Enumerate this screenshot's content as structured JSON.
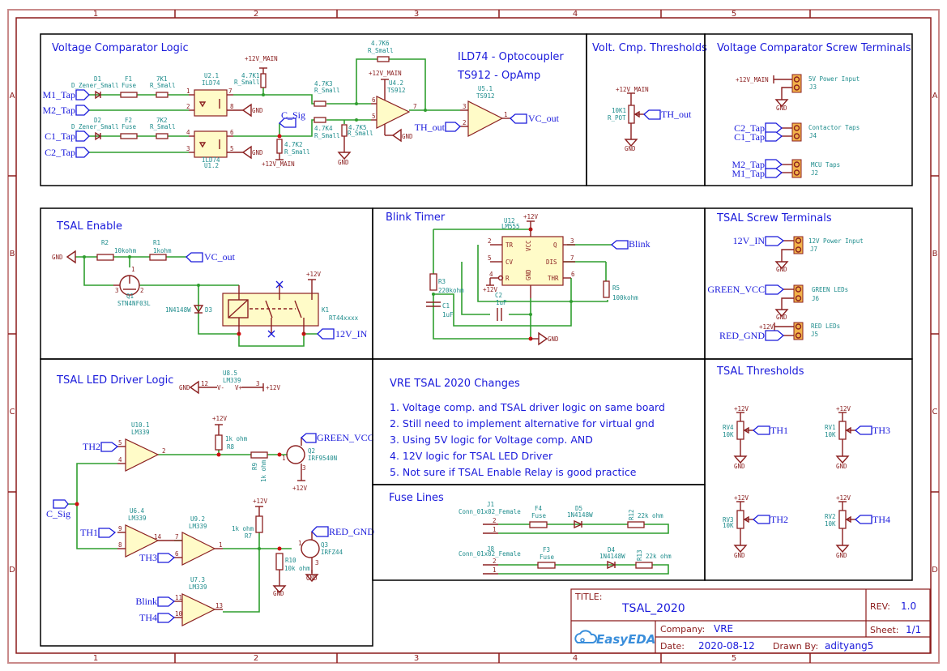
{
  "sheet": {
    "columns": [
      "1",
      "2",
      "3",
      "4",
      "5"
    ],
    "rows": [
      "A",
      "B",
      "C",
      "D"
    ]
  },
  "panels": {
    "voltage_comparator_logic": {
      "title": "Voltage Comparator Logic",
      "notes": [
        "ILD74 - Optocoupler",
        "TS912 - OpAmp"
      ],
      "components": {
        "D1": {
          "ref": "D1",
          "value": "D_Zener_Small"
        },
        "D2": {
          "ref": "D2",
          "value": "D_Zener_Small"
        },
        "F1": {
          "ref": "F1",
          "value": "Fuse"
        },
        "F2": {
          "ref": "F2",
          "value": "Fuse"
        },
        "R7K1": {
          "ref": "7K1",
          "value": "R_Small"
        },
        "R7K2": {
          "ref": "7K2",
          "value": "R_Small"
        },
        "U2_1": {
          "ref": "U2.1",
          "value": "ILD74"
        },
        "U1_2": {
          "ref": "U1.2",
          "value": "ILD74"
        },
        "R47K1": {
          "ref": "4.7K1",
          "value": "R_Small"
        },
        "R47K2": {
          "ref": "4.7K2",
          "value": "R_Small"
        },
        "R47K3": {
          "ref": "4.7K3",
          "value": "R_Small"
        },
        "R47K4": {
          "ref": "4.7K4",
          "value": "R_Small"
        },
        "R47K5": {
          "ref": "4.7K5",
          "value": "R_Small"
        },
        "R47K6": {
          "ref": "4.7K6",
          "value": "R_Small"
        },
        "U4_2": {
          "ref": "U4.2",
          "value": "TS912"
        },
        "U5_1": {
          "ref": "U5.1",
          "value": "TS912"
        }
      },
      "nets": {
        "m1": "M1_Tap",
        "m2": "M2_Tap",
        "c1": "C1_Tap",
        "c2": "C2_Tap",
        "csig": "C_Sig",
        "th_out": "TH_out",
        "vc_out": "VC_out"
      },
      "power": {
        "main": "+12V_MAIN",
        "gnd": "GND"
      }
    },
    "volt_cmp_thresholds": {
      "title": "Volt. Cmp. Thresholds",
      "pot": {
        "ref": "10K1",
        "value": "R_POT"
      },
      "net": "TH_out",
      "power": {
        "main": "+12V_MAIN",
        "gnd": "GND"
      }
    },
    "voltage_comparator_screw_terminals": {
      "title": "Voltage Comparator Screw Terminals",
      "terminals": [
        {
          "ref": "J3",
          "label": "5V Power Input",
          "pins": [
            "+12V_MAIN",
            "GND"
          ]
        },
        {
          "ref": "J4",
          "label": "Contactor Taps",
          "pins": [
            "C2_Tap",
            "C1_Tap"
          ]
        },
        {
          "ref": "J2",
          "label": "MCU Taps",
          "pins": [
            "M2_Tap",
            "M1_Tap"
          ]
        }
      ]
    },
    "tsal_enable": {
      "title": "TSAL Enable",
      "components": {
        "R2": {
          "ref": "R2",
          "value": "10kohm"
        },
        "R1": {
          "ref": "R1",
          "value": "1kohm"
        },
        "Q1": {
          "ref": "Q1",
          "value": "STN4NF03L"
        },
        "D3": {
          "ref": "D3",
          "value": "1N4148W"
        },
        "K1": {
          "ref": "K1",
          "value": "RT44xxxx"
        }
      },
      "nets": {
        "vc_out": "VC_out",
        "v12_in": "12V_IN"
      },
      "power": {
        "v12": "+12V",
        "gnd": "GND"
      }
    },
    "blink_timer": {
      "title": "Blink Timer",
      "ic": {
        "ref": "U12",
        "value": "LM555",
        "pins": [
          "TR",
          "CV",
          "R",
          "VCC",
          "GND",
          "Q",
          "DIS",
          "THR"
        ]
      },
      "components": {
        "R3": {
          "ref": "R3",
          "value": "220kohm"
        },
        "R5": {
          "ref": "R5",
          "value": "100kohm"
        },
        "C1": {
          "ref": "C1",
          "value": "1uF"
        },
        "C2": {
          "ref": "C2",
          "value": "1uF"
        }
      },
      "net": "Blink",
      "power": {
        "v12": "+12V",
        "gnd": "GND"
      }
    },
    "tsal_screw_terminals": {
      "title": "TSAL Screw Terminals",
      "terminals": [
        {
          "ref": "J7",
          "label": "12V Power Input",
          "pins": [
            "12V_IN",
            "GND"
          ]
        },
        {
          "ref": "J6",
          "label": "GREEN LEDs",
          "pins": [
            "GREEN_VCC",
            "GND"
          ]
        },
        {
          "ref": "J5",
          "label": "RED LEDs",
          "pins": [
            "+12V",
            "RED_GND"
          ]
        }
      ]
    },
    "tsal_led_driver_logic": {
      "title": "TSAL LED Driver Logic",
      "components": {
        "U8_5": {
          "ref": "U8.5",
          "value": "LM339"
        },
        "U10_1": {
          "ref": "U10.1",
          "value": "LM339"
        },
        "U6_4": {
          "ref": "U6.4",
          "value": "LM339"
        },
        "U9_2": {
          "ref": "U9.2",
          "value": "LM339"
        },
        "U7_3": {
          "ref": "U7.3",
          "value": "LM339"
        },
        "R8": {
          "ref": "R8",
          "value": "1k ohm"
        },
        "R9": {
          "ref": "R9",
          "value": "1k ohm"
        },
        "R7": {
          "ref": "R7",
          "value": "1k ohm"
        },
        "R10": {
          "ref": "R10",
          "value": "10k ohm"
        },
        "Q2": {
          "ref": "Q2",
          "value": "IRF9540N"
        },
        "Q3": {
          "ref": "Q3",
          "value": "IRFZ44"
        }
      },
      "nets": {
        "th1": "TH1",
        "th2": "TH2",
        "th3": "TH3",
        "th4": "TH4",
        "blink": "Blink",
        "csig": "C_Sig",
        "green": "GREEN_VCC",
        "red": "RED_GND"
      },
      "power": {
        "v12": "+12V",
        "gnd": "GND",
        "vminus": "V-",
        "vplus": "V+"
      }
    },
    "changes": {
      "title": "VRE TSAL 2020 Changes",
      "items": [
        "1. Voltage comp. and TSAL driver logic on same board",
        "2. Still need to implement alternative for virtual gnd",
        "3. Using 5V logic for Voltage comp. AND",
        "4. 12V logic for TSAL LED Driver",
        "5. Not sure if TSAL Enable Relay is good practice"
      ]
    },
    "fuse_lines": {
      "title": "Fuse Lines",
      "lines": [
        {
          "conn": "J1",
          "conn_value": "Conn_01x02_Female",
          "fuse": "F4",
          "fuse_value": "Fuse",
          "diode": "D5",
          "diode_value": "1N4148W",
          "res": "R12",
          "res_value": "22k ohm"
        },
        {
          "conn": "J8",
          "conn_value": "Conn_01x02_Female",
          "fuse": "F3",
          "fuse_value": "Fuse",
          "diode": "D4",
          "diode_value": "1N4148W",
          "res": "R13",
          "res_value": "22k ohm"
        }
      ]
    },
    "tsal_thresholds": {
      "title": "TSAL Thresholds",
      "pots": [
        {
          "ref": "RV4",
          "value": "10K",
          "net": "TH1"
        },
        {
          "ref": "RV1",
          "value": "10K",
          "net": "TH3"
        },
        {
          "ref": "RV3",
          "value": "10K",
          "net": "TH2"
        },
        {
          "ref": "RV2",
          "value": "10K",
          "net": "TH4"
        }
      ],
      "power": {
        "v12": "+12V",
        "gnd": "GND"
      }
    }
  },
  "title_block": {
    "title_label": "TITLE:",
    "title": "TSAL_2020",
    "rev_label": "REV:",
    "rev": "1.0",
    "company_label": "Company:",
    "company": "VRE",
    "sheet_label": "Sheet:",
    "sheet": "1/1",
    "date_label": "Date:",
    "date": "2020-08-12",
    "drawn_label": "Drawn By:",
    "drawn_by": "adityang5",
    "logo": "EasyEDA"
  }
}
